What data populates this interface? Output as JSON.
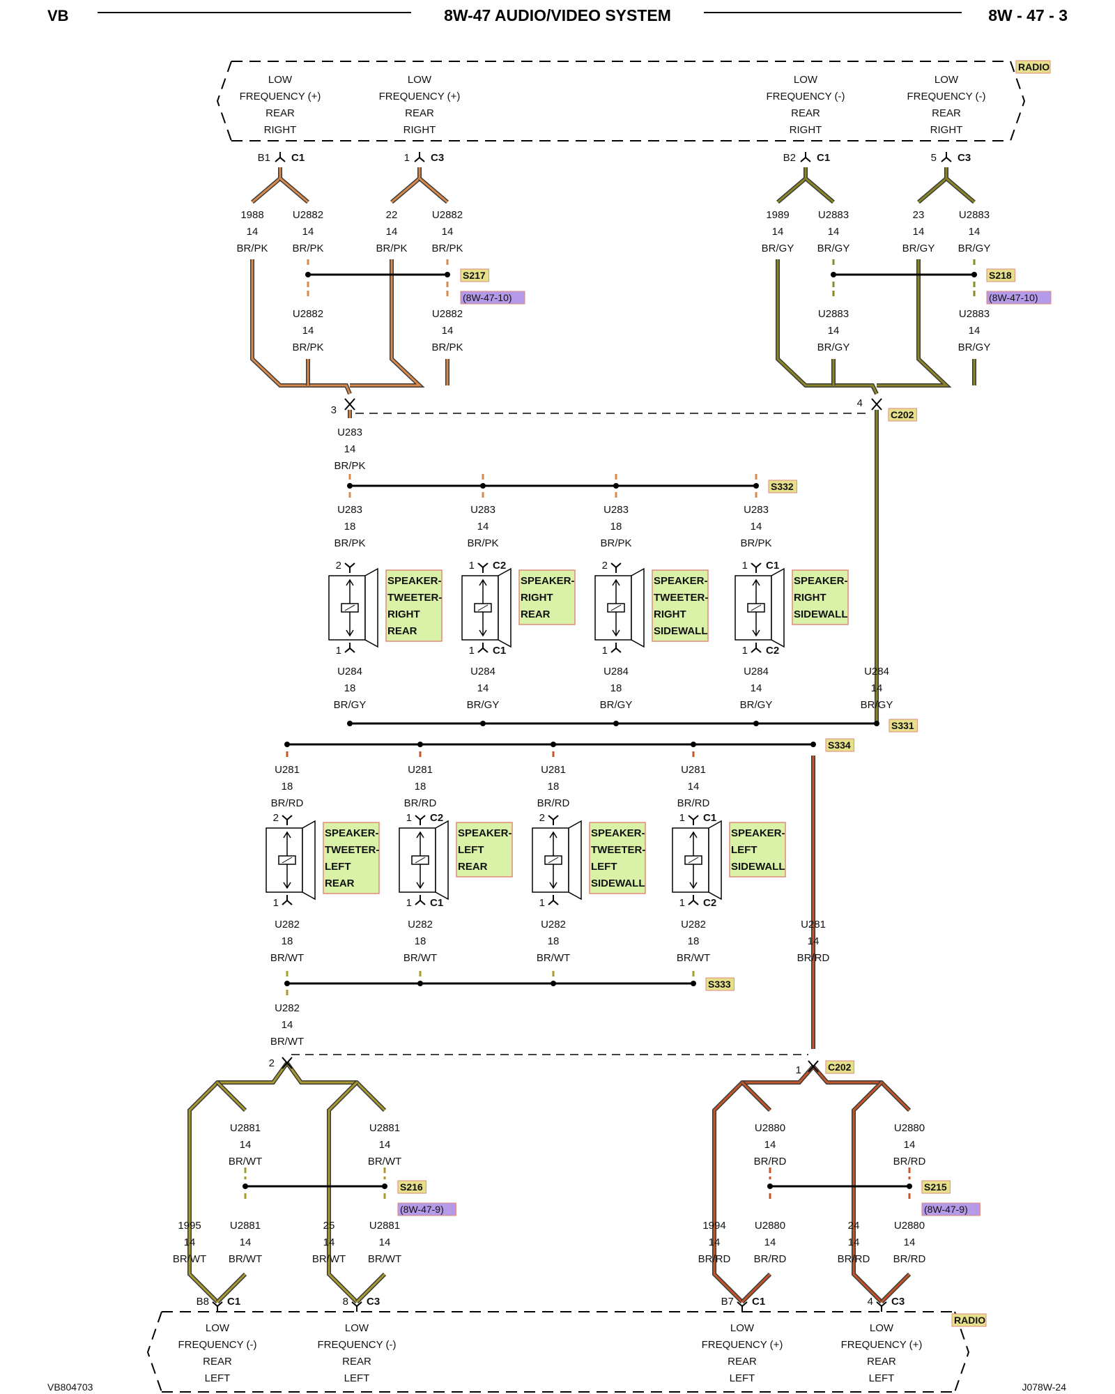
{
  "header": {
    "left": "VB",
    "title": "8W-47 AUDIO/VIDEO SYSTEM",
    "right": "8W - 47 - 3"
  },
  "footer": {
    "left": "VB804703",
    "right": "J078W-24"
  },
  "colors": {
    "br_pk": "#d98a4a",
    "br_gy": "#8a8526",
    "br_rd": "#c5562a",
    "br_wt": "#a99a2e",
    "label_bg": "#d9f2a8",
    "label_border": "#e08a7a",
    "ref_bg": "#b49ae8",
    "conn_bg": "#e6e08a"
  },
  "radio_top": {
    "label": "RADIO",
    "pins": [
      {
        "func": [
          "LOW",
          "FREQUENCY (+)",
          "REAR",
          "RIGHT"
        ],
        "cav": "B1",
        "conn": "C1"
      },
      {
        "func": [
          "LOW",
          "FREQUENCY (+)",
          "REAR",
          "RIGHT"
        ],
        "cav": "1",
        "conn": "C3"
      },
      {
        "func": [
          "LOW",
          "FREQUENCY (-)",
          "REAR",
          "RIGHT"
        ],
        "cav": "B2",
        "conn": "C1"
      },
      {
        "func": [
          "LOW",
          "FREQUENCY (-)",
          "REAR",
          "RIGHT"
        ],
        "cav": "5",
        "conn": "C3"
      }
    ]
  },
  "radio_bottom": {
    "label": "RADIO",
    "pins": [
      {
        "func": [
          "LOW",
          "FREQUENCY (-)",
          "REAR",
          "LEFT"
        ],
        "cav": "B8",
        "conn": "C1"
      },
      {
        "func": [
          "LOW",
          "FREQUENCY (-)",
          "REAR",
          "LEFT"
        ],
        "cav": "8",
        "conn": "C3"
      },
      {
        "func": [
          "LOW",
          "FREQUENCY (+)",
          "REAR",
          "LEFT"
        ],
        "cav": "B7",
        "conn": "C1"
      },
      {
        "func": [
          "LOW",
          "FREQUENCY (+)",
          "REAR",
          "LEFT"
        ],
        "cav": "4",
        "conn": "C3"
      }
    ]
  },
  "wires": [
    {
      "circuit": "1988",
      "gauge": "14",
      "color": "BR/PK"
    },
    {
      "circuit": "U2882",
      "gauge": "14",
      "color": "BR/PK"
    },
    {
      "circuit": "22",
      "gauge": "14",
      "color": "BR/PK"
    },
    {
      "circuit": "U2882",
      "gauge": "14",
      "color": "BR/PK"
    },
    {
      "circuit": "1989",
      "gauge": "14",
      "color": "BR/GY"
    },
    {
      "circuit": "U2883",
      "gauge": "14",
      "color": "BR/GY"
    },
    {
      "circuit": "23",
      "gauge": "14",
      "color": "BR/GY"
    },
    {
      "circuit": "U2883",
      "gauge": "14",
      "color": "BR/GY"
    },
    {
      "circuit": "U2882",
      "gauge": "14",
      "color": "BR/PK"
    },
    {
      "circuit": "U2882",
      "gauge": "14",
      "color": "BR/PK"
    },
    {
      "circuit": "U2883",
      "gauge": "14",
      "color": "BR/GY"
    },
    {
      "circuit": "U2883",
      "gauge": "14",
      "color": "BR/GY"
    },
    {
      "circuit": "U283",
      "gauge": "14",
      "color": "BR/PK"
    },
    {
      "circuit": "U283",
      "gauge": "18",
      "color": "BR/PK"
    },
    {
      "circuit": "U283",
      "gauge": "14",
      "color": "BR/PK"
    },
    {
      "circuit": "U283",
      "gauge": "18",
      "color": "BR/PK"
    },
    {
      "circuit": "U283",
      "gauge": "14",
      "color": "BR/PK"
    },
    {
      "circuit": "U284",
      "gauge": "18",
      "color": "BR/GY"
    },
    {
      "circuit": "U284",
      "gauge": "14",
      "color": "BR/GY"
    },
    {
      "circuit": "U284",
      "gauge": "18",
      "color": "BR/GY"
    },
    {
      "circuit": "U284",
      "gauge": "14",
      "color": "BR/GY"
    },
    {
      "circuit": "U284",
      "gauge": "14",
      "color": "BR/GY"
    },
    {
      "circuit": "U281",
      "gauge": "18",
      "color": "BR/RD"
    },
    {
      "circuit": "U281",
      "gauge": "18",
      "color": "BR/RD"
    },
    {
      "circuit": "U281",
      "gauge": "18",
      "color": "BR/RD"
    },
    {
      "circuit": "U281",
      "gauge": "14",
      "color": "BR/RD"
    },
    {
      "circuit": "U282",
      "gauge": "18",
      "color": "BR/WT"
    },
    {
      "circuit": "U282",
      "gauge": "18",
      "color": "BR/WT"
    },
    {
      "circuit": "U282",
      "gauge": "18",
      "color": "BR/WT"
    },
    {
      "circuit": "U282",
      "gauge": "18",
      "color": "BR/WT"
    },
    {
      "circuit": "U281",
      "gauge": "14",
      "color": "BR/RD"
    },
    {
      "circuit": "U282",
      "gauge": "14",
      "color": "BR/WT"
    },
    {
      "circuit": "U2881",
      "gauge": "14",
      "color": "BR/WT"
    },
    {
      "circuit": "U2881",
      "gauge": "14",
      "color": "BR/WT"
    },
    {
      "circuit": "U2880",
      "gauge": "14",
      "color": "BR/RD"
    },
    {
      "circuit": "U2880",
      "gauge": "14",
      "color": "BR/RD"
    },
    {
      "circuit": "1995",
      "gauge": "14",
      "color": "BR/WT"
    },
    {
      "circuit": "U2881",
      "gauge": "14",
      "color": "BR/WT"
    },
    {
      "circuit": "25",
      "gauge": "14",
      "color": "BR/WT"
    },
    {
      "circuit": "U2881",
      "gauge": "14",
      "color": "BR/WT"
    },
    {
      "circuit": "1994",
      "gauge": "14",
      "color": "BR/RD"
    },
    {
      "circuit": "U2880",
      "gauge": "14",
      "color": "BR/RD"
    },
    {
      "circuit": "24",
      "gauge": "14",
      "color": "BR/RD"
    },
    {
      "circuit": "U2880",
      "gauge": "14",
      "color": "BR/RD"
    }
  ],
  "splices": [
    "S217",
    "S218",
    "S332",
    "S331",
    "S334",
    "S333",
    "S216",
    "S215"
  ],
  "refs": [
    "(8W-47-10)",
    "(8W-47-10)",
    "(8W-47-9)",
    "(8W-47-9)"
  ],
  "inline": [
    {
      "name": "C202",
      "cavs": [
        "3",
        "4"
      ]
    },
    {
      "name": "C202",
      "cavs": [
        "2",
        "1"
      ]
    }
  ],
  "speakers": [
    {
      "label": [
        "SPEAKER-",
        "TWEETER-",
        "RIGHT",
        "REAR"
      ],
      "top_cav": "2",
      "top_conn": "",
      "bot_cav": "1",
      "bot_conn": ""
    },
    {
      "label": [
        "SPEAKER-",
        "RIGHT",
        "REAR"
      ],
      "top_cav": "1",
      "top_conn": "C2",
      "bot_cav": "1",
      "bot_conn": "C1"
    },
    {
      "label": [
        "SPEAKER-",
        "TWEETER-",
        "RIGHT",
        "SIDEWALL"
      ],
      "top_cav": "2",
      "top_conn": "",
      "bot_cav": "1",
      "bot_conn": ""
    },
    {
      "label": [
        "SPEAKER-",
        "RIGHT",
        "SIDEWALL"
      ],
      "top_cav": "1",
      "top_conn": "C1",
      "bot_cav": "1",
      "bot_conn": "C2"
    },
    {
      "label": [
        "SPEAKER-",
        "TWEETER-",
        "LEFT",
        "REAR"
      ],
      "top_cav": "2",
      "top_conn": "",
      "bot_cav": "1",
      "bot_conn": ""
    },
    {
      "label": [
        "SPEAKER-",
        "LEFT",
        "REAR"
      ],
      "top_cav": "1",
      "top_conn": "C2",
      "bot_cav": "1",
      "bot_conn": "C1"
    },
    {
      "label": [
        "SPEAKER-",
        "TWEETER-",
        "LEFT",
        "SIDEWALL"
      ],
      "top_cav": "2",
      "top_conn": "",
      "bot_cav": "1",
      "bot_conn": ""
    },
    {
      "label": [
        "SPEAKER-",
        "LEFT",
        "SIDEWALL"
      ],
      "top_cav": "1",
      "top_conn": "C1",
      "bot_cav": "1",
      "bot_conn": "C2"
    }
  ]
}
